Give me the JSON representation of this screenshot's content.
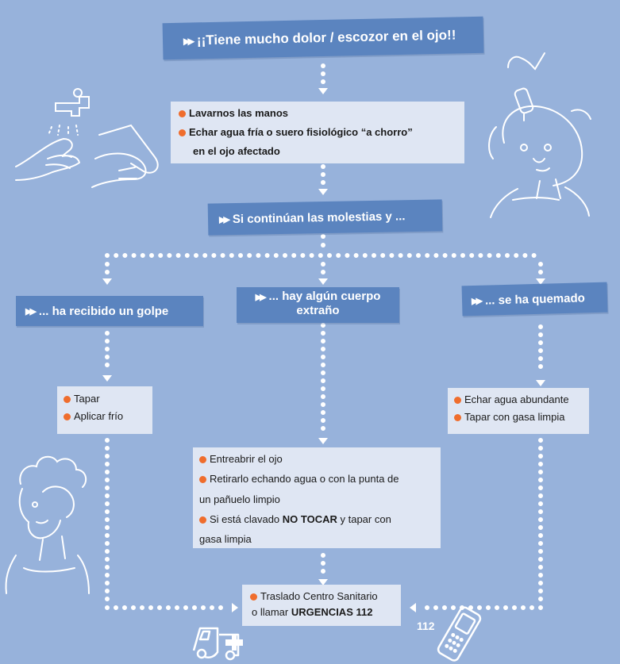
{
  "header": {
    "title": "¡¡Tiene mucho dolor / escozor en el ojo!!"
  },
  "first_steps": {
    "items": [
      "Lavarnos las manos",
      "Echar agua fría o suero fisiológico “a chorro”"
    ],
    "continuation": "en el ojo afectado"
  },
  "decision": {
    "label": "Si continúan las molestias y ..."
  },
  "branches": {
    "golpe": {
      "label": "... ha recibido un golpe",
      "actions": [
        "Tapar",
        "Aplicar frío"
      ]
    },
    "cuerpo": {
      "label_line1": "... hay algún cuerpo",
      "label_line2": "extraño",
      "actions": {
        "a1": "Entreabrir el ojo",
        "a2_line1": "Retirarlo echando agua o con la punta de",
        "a2_line2": "un pañuelo limpio",
        "a3_pre": "Si está clavado ",
        "a3_bold": "NO TOCAR",
        "a3_post": " y tapar con",
        "a3_line2": "gasa limpia"
      }
    },
    "quemado": {
      "label": "... se ha quemado",
      "actions": [
        "Echar agua abundante",
        "Tapar con gasa limpia"
      ]
    }
  },
  "final": {
    "line1": "Traslado Centro Sanitario",
    "line2_pre": "o llamar ",
    "line2_bold": "URGENCIAS 112"
  },
  "phone_number": "112",
  "icons": [
    "play-arrows-icon",
    "orange-bullet-icon",
    "ambulance-icon",
    "mobile-phone-icon",
    "hand-washing-illustration",
    "eye-drops-illustration",
    "person-holding-eye-illustration"
  ],
  "colors": {
    "background": "#97b2db",
    "dark_box": "#5b84bf",
    "light_box": "#dfe6f3",
    "bullet": "#ef6d2d",
    "connector": "#ffffff"
  }
}
